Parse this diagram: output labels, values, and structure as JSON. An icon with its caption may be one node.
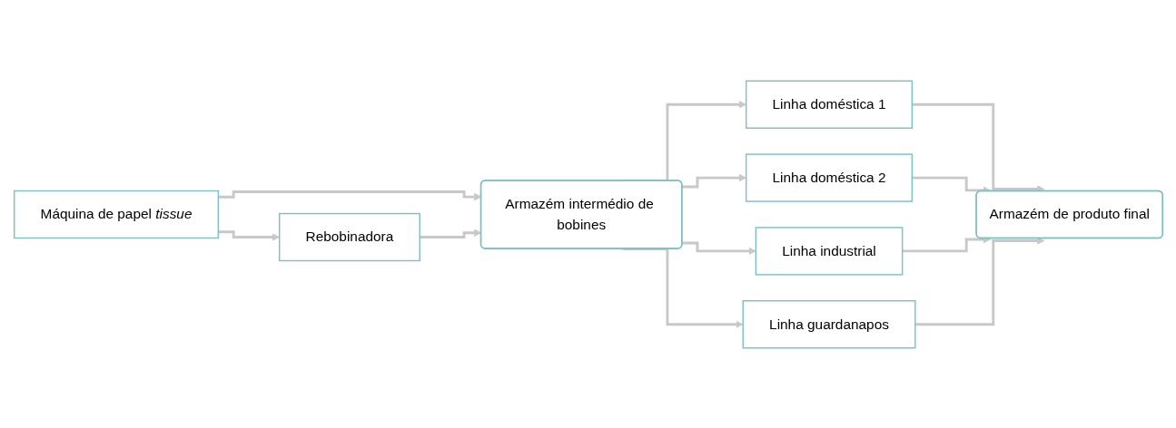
{
  "diagram": {
    "nodes": [
      {
        "text": [
          "Máquina de papel *tissue*"
        ]
      },
      {
        "text": [
          "Rebobinadora"
        ]
      },
      {
        "text": [
          "Armazém intermédio de bobines"
        ]
      },
      {
        "text": [
          "Linha doméstica 1"
        ]
      },
      {
        "text": [
          "Linha doméstica 2"
        ]
      },
      {
        "text": [
          "Linha industrial"
        ]
      },
      {
        "text": [
          "Linha guardanapos"
        ]
      },
      {
        "text": [
          "Armazém de produto final"
        ]
      }
    ],
    "edges": [
      {
        "from": 0,
        "to": 1,
        "arrow": "to"
      },
      {
        "from": 0,
        "to": 2,
        "arrow": "to"
      },
      {
        "from": 1,
        "to": 2,
        "arrow": "to"
      },
      {
        "from": 2,
        "to": 3,
        "arrow": "to"
      },
      {
        "from": 2,
        "to": 4,
        "arrow": "to"
      },
      {
        "from": 2,
        "to": 5,
        "arrow": "to"
      },
      {
        "from": 2,
        "to": 6,
        "arrow": "to"
      },
      {
        "from": 3,
        "to": 7,
        "arrow": "to"
      },
      {
        "from": 4,
        "to": 7,
        "arrow": "to"
      },
      {
        "from": 5,
        "to": 7,
        "arrow": "to"
      },
      {
        "from": 6,
        "to": 7,
        "arrow": "to"
      }
    ]
  }
}
